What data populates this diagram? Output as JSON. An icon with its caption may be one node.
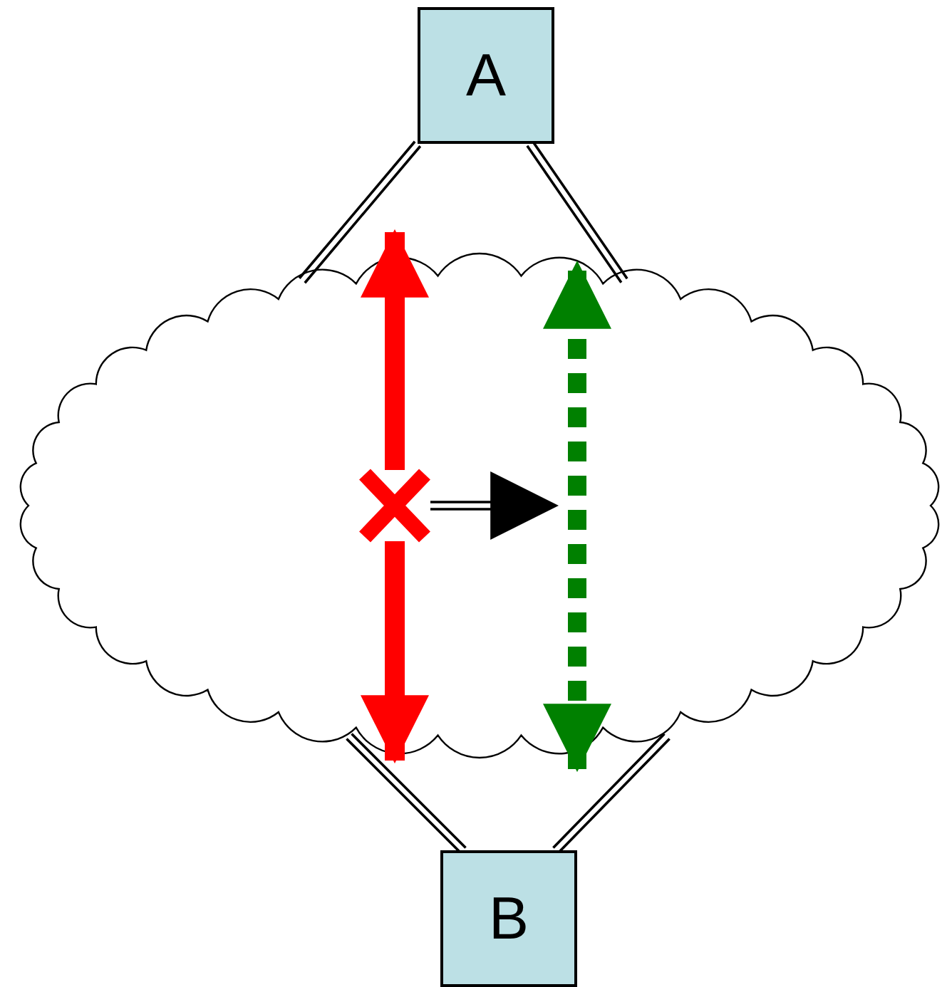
{
  "diagram": {
    "nodes": [
      {
        "text": [
          "A"
        ]
      },
      {
        "text": [
          "B"
        ]
      },
      {
        "text": [],
        "shape": "cloud"
      },
      {
        "text": [],
        "shape": "cross",
        "in": 2
      }
    ],
    "edges": [
      {
        "from": 0,
        "to": 2,
        "arrow": "none"
      },
      {
        "from": 0,
        "to": 2,
        "arrow": "none"
      },
      {
        "from": 2,
        "to": 1,
        "arrow": "none"
      },
      {
        "from": 2,
        "to": 1,
        "arrow": "none"
      },
      {
        "from": 3,
        "to": null,
        "arrow": "to",
        "style": "thick",
        "color": "#ff0000"
      },
      {
        "from": 3,
        "to": null,
        "arrow": "to",
        "style": "thick",
        "color": "#ff0000"
      },
      {
        "from": null,
        "to": 2,
        "arrow": "both",
        "style": "dashed",
        "color": "#008000"
      },
      {
        "from": 3,
        "to": null,
        "arrow": "to"
      }
    ]
  }
}
